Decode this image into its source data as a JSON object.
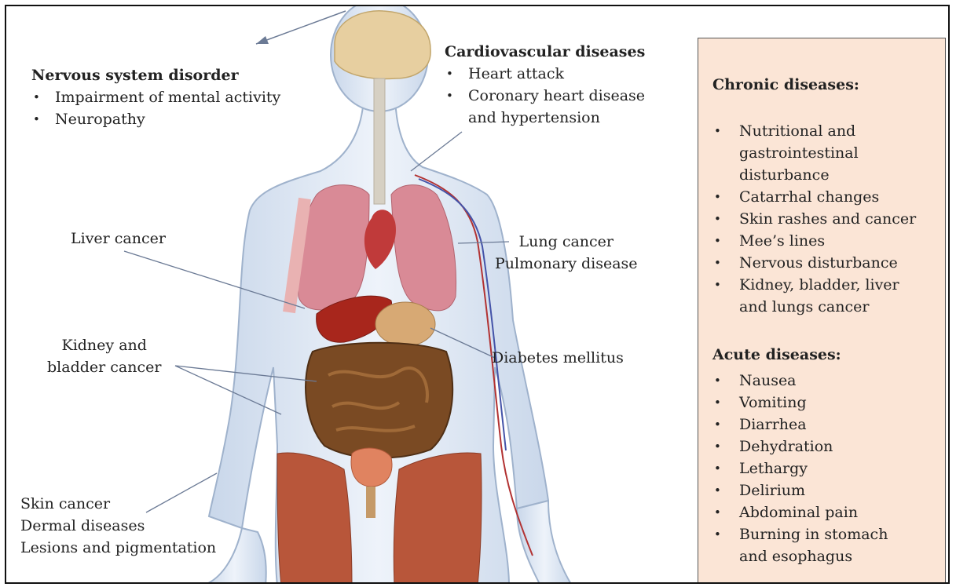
{
  "labels": {
    "nervous": {
      "title": "Nervous system disorder",
      "items": [
        "Impairment of mental activity",
        "Neuropathy"
      ]
    },
    "cardio": {
      "title": "Cardiovascular diseases",
      "items": [
        "Heart attack",
        "Coronary heart disease",
        "and hypertension"
      ]
    },
    "lung": {
      "line1": "Lung cancer",
      "line2": "Pulmonary disease"
    },
    "liver": "Liver cancer",
    "kidney": {
      "line1": "Kidney and",
      "line2": "bladder cancer"
    },
    "diabetes": "Diabetes mellitus",
    "skin": {
      "line1": "Skin cancer",
      "line2": "Dermal diseases",
      "line3": "Lesions and pigmentation"
    }
  },
  "panel": {
    "chronic_title": "Chronic diseases:",
    "chronic": [
      "Nutritional and",
      "gastrointestinal",
      "disturbance",
      "Catarrhal changes",
      "Skin rashes and cancer",
      "Mee’s lines",
      "Nervous disturbance",
      "Kidney, bladder, liver",
      "and lungs cancer"
    ],
    "acute_title": "Acute diseases:",
    "acute": [
      "Nausea",
      "Vomiting",
      "Diarrhea",
      "Dehydration",
      "Lethargy",
      "Delirium",
      "Abdominal pain",
      "Burning in stomach",
      "and esophagus"
    ]
  },
  "colors": {
    "panel_bg": "#fbe5d6",
    "body_skin": "#dbe6f2",
    "lungs": "#d98a96",
    "liver": "#a8261c",
    "intestine": "#7a4a23",
    "muscle": "#b8563a"
  }
}
